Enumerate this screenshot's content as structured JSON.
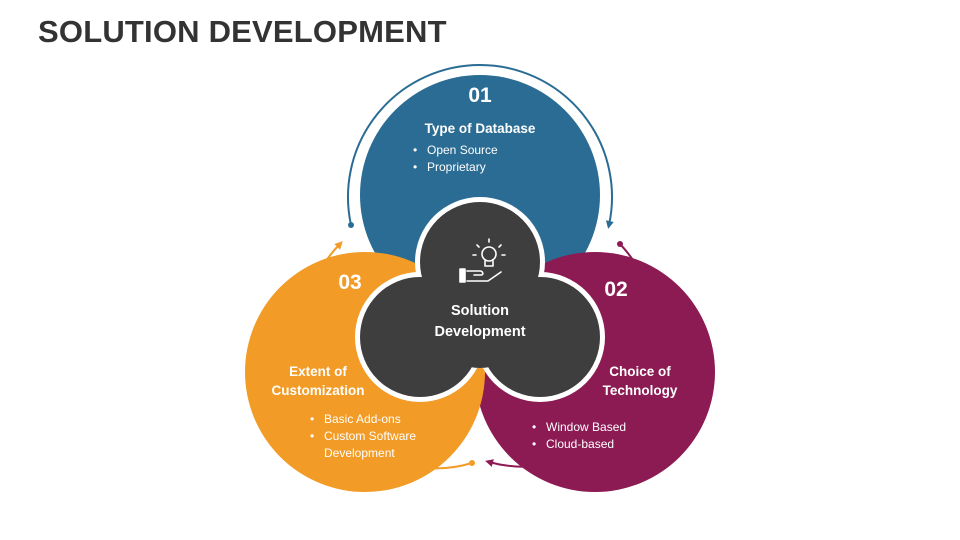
{
  "title": "SOLUTION DEVELOPMENT",
  "center": {
    "label_line1": "Solution",
    "label_line2": "Development",
    "icon": "idea-hand-icon"
  },
  "colors": {
    "blue": "#2a6c93",
    "purple": "#8c1a53",
    "orange": "#f29b26",
    "center": "#3e3e3e",
    "title": "#333333"
  },
  "sections": [
    {
      "number": "01",
      "heading_line1": "Type of Database",
      "heading_line2": "",
      "bullets": [
        "Open Source",
        "Proprietary"
      ]
    },
    {
      "number": "02",
      "heading_line1": "Choice of",
      "heading_line2": "Technology",
      "bullets": [
        "Window Based",
        "Cloud-based"
      ]
    },
    {
      "number": "03",
      "heading_line1": "Extent of",
      "heading_line2": "Customization",
      "bullets": [
        "Basic Add-ons",
        "Custom Software",
        "Development"
      ]
    }
  ]
}
